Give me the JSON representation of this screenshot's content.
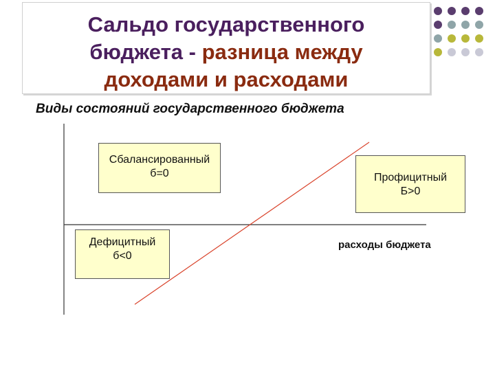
{
  "title": {
    "line1": "Сальдо государственного",
    "line2_part1": "бюджета - ",
    "line2_part2": "разница между",
    "line3": "доходами и расходами"
  },
  "subtitle": "Виды состояний государственного бюджета",
  "boxes": {
    "balanced": {
      "line1": "Сбалансированный",
      "line2": "б=0"
    },
    "surplus": {
      "line1": "Профицитный",
      "line2": "Б>0"
    },
    "deficit": {
      "line1": "Дефицитный",
      "line2": "б<0"
    }
  },
  "axis_label": "расходы бюджета",
  "colors": {
    "title": "#4a1f5e",
    "title_accent": "#8a2b10",
    "box_fill": "#ffffcc",
    "line": "#d9432b",
    "dot_purple": "#5a3d6e",
    "dot_gray": "#8fa5a8",
    "dot_olive": "#b8b83a",
    "dot_light": "#c9c9d6"
  },
  "decor": {
    "dot_grid": [
      [
        "purple",
        "purple",
        "purple",
        "purple"
      ],
      [
        "purple",
        "gray",
        "gray",
        "gray"
      ],
      [
        "gray",
        "olive",
        "olive",
        "olive"
      ],
      [
        "olive",
        "light",
        "light",
        "light"
      ]
    ]
  }
}
